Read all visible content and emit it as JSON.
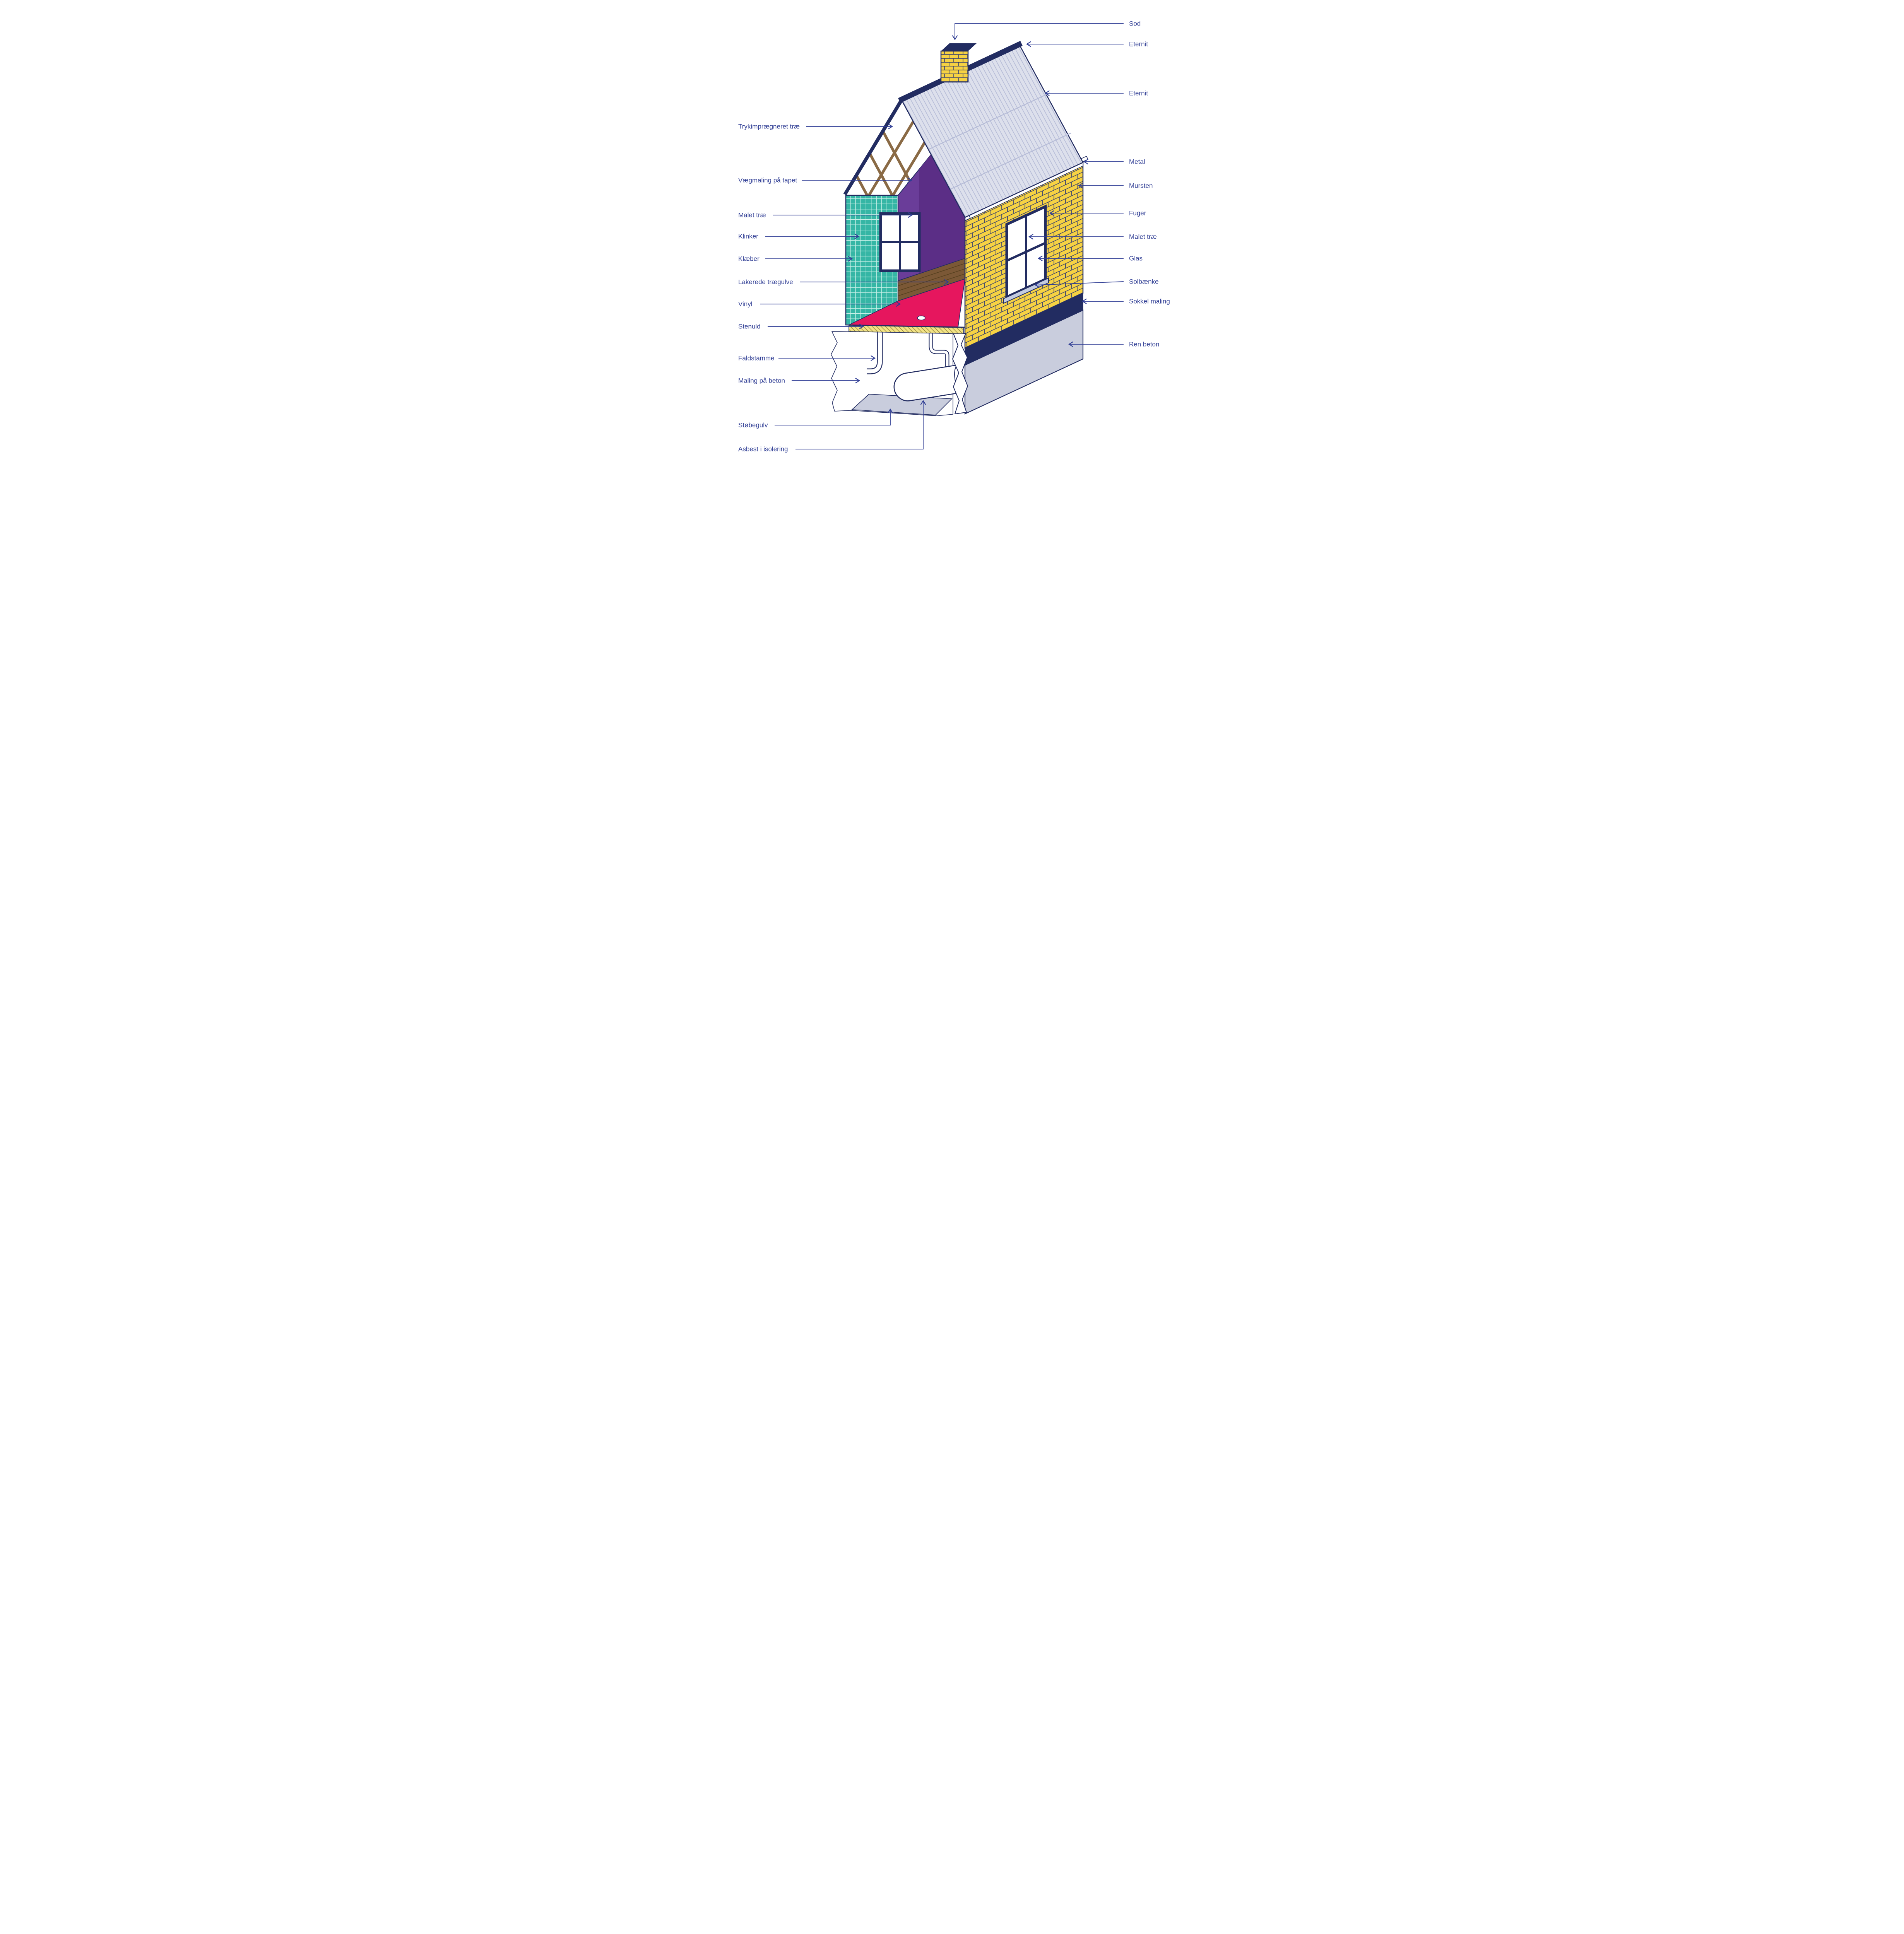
{
  "diagram": {
    "type": "house-materials-cutaway",
    "labels_left": [
      {
        "text": "Trykimprægneret træ",
        "target": "roof-truss"
      },
      {
        "text": "Vægmaling på tapet",
        "target": "interior-wall-paint"
      },
      {
        "text": "Malet træ",
        "target": "window-frame-left"
      },
      {
        "text": "Klinker",
        "target": "tiled-wall"
      },
      {
        "text": "Klæber",
        "target": "tile-adhesive"
      },
      {
        "text": "Lakerede trægulve",
        "target": "lacquered-wood-floor"
      },
      {
        "text": "Vinyl",
        "target": "vinyl-floor"
      },
      {
        "text": "Stenuld",
        "target": "floor-insulation"
      },
      {
        "text": "Faldstamme",
        "target": "drain-pipe"
      },
      {
        "text": "Maling på beton",
        "target": "basement-wall-paint"
      },
      {
        "text": "Støbegulv",
        "target": "cast-basement-floor"
      },
      {
        "text": "Asbest i isolering",
        "target": "tank-insulation"
      }
    ],
    "labels_right": [
      {
        "text": "Sod",
        "target": "chimney-soot"
      },
      {
        "text": "Eternit",
        "target": "roof-ridge"
      },
      {
        "text": "Eternit",
        "target": "roof-sheets"
      },
      {
        "text": "Metal",
        "target": "eaves-flashing"
      },
      {
        "text": "Mursten",
        "target": "brick-wall"
      },
      {
        "text": "Fuger",
        "target": "mortar-joints"
      },
      {
        "text": "Malet træ",
        "target": "window-frame-right"
      },
      {
        "text": "Glas",
        "target": "window-glass"
      },
      {
        "text": "Solbænke",
        "target": "window-sill"
      },
      {
        "text": "Sokkel maling",
        "target": "plinth-paint"
      },
      {
        "text": "Ren beton",
        "target": "concrete-foundation"
      }
    ],
    "colors": {
      "outline_navy": "#222c61",
      "label_text": "#2f3d94",
      "roof_gray": "#dde0ec",
      "brick_yellow": "#f6d243",
      "tile_teal": "#35b6a5",
      "wall_purple": "#6a3d99",
      "wall_purple_dark": "#5b2e86",
      "vinyl_pink": "#e6165e",
      "wood_brown": "#7b5836",
      "insulation_yellow": "#f2e385",
      "concrete_gray": "#c9cddd",
      "truss_brown": "#8a6a45"
    }
  }
}
